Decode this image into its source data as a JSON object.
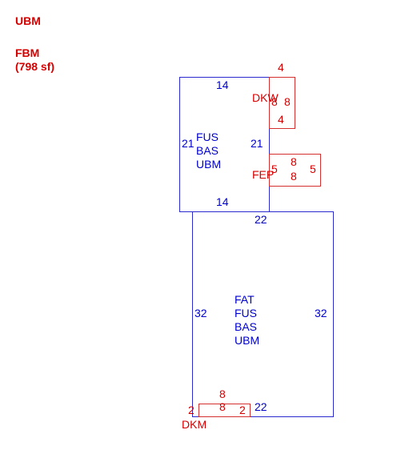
{
  "header": {
    "title": "UBM",
    "fbm_label": "FBM",
    "fbm_area": "(798 sf)"
  },
  "colors": {
    "dimension_blue": "#0000cc",
    "annotation_red": "#d40000",
    "background": "#ffffff"
  },
  "upper_section": {
    "codes": [
      "FUS",
      "BAS",
      "UBM"
    ],
    "top_dim": "14",
    "bottom_dim": "14",
    "left_dim": "21",
    "right_dim": "21"
  },
  "dkw": {
    "label": "DKW",
    "top_dim": "4",
    "bottom_dim": "4",
    "left_dim": "8",
    "right_dim": "8"
  },
  "fep": {
    "label": "FEP",
    "left_dim": "5",
    "right_dim": "5",
    "top_dim": "8",
    "bottom_dim": "8"
  },
  "lower_section": {
    "codes": [
      "FAT",
      "FUS",
      "BAS",
      "UBM"
    ],
    "top_dim": "22",
    "bottom_dim": "22",
    "left_dim": "32",
    "right_dim": "32"
  },
  "dkm": {
    "label": "DKM",
    "top_dim": "8",
    "bottom_dim": "8",
    "left_dim": "2",
    "right_dim": "2"
  }
}
